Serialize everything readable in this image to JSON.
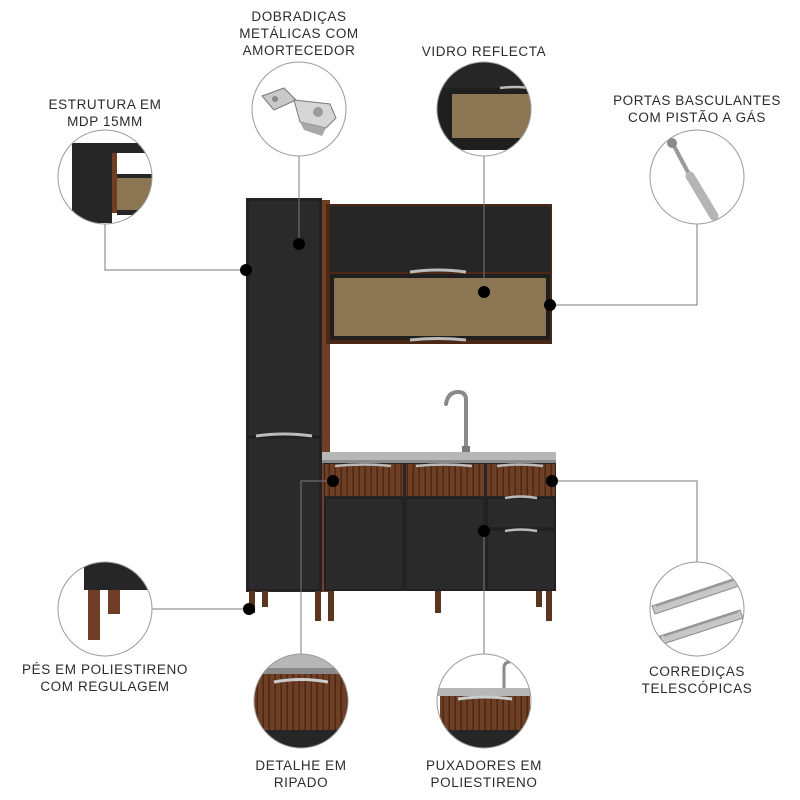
{
  "colors": {
    "cabinet_black": "#262626",
    "wood_brown": "#6e3f24",
    "glass_bronze": "#8b7552",
    "counter_steel": "#b7b7b7",
    "leader_line": "#7a7a7a",
    "dot": "#000000"
  },
  "features": [
    {
      "id": "estrutura",
      "icon": "mdp-board-detail",
      "lines": [
        "ESTRUTURA EM",
        "MDP 15MM"
      ]
    },
    {
      "id": "dobradicas",
      "icon": "hinge-icon",
      "lines": [
        "DOBRADIÇAS",
        "METÁLICAS COM",
        "AMORTECEDOR"
      ]
    },
    {
      "id": "vidro",
      "icon": "glass-door-detail",
      "lines": [
        "VIDRO REFLECTA"
      ]
    },
    {
      "id": "portas",
      "icon": "gas-piston-icon",
      "lines": [
        "PORTAS BASCULANTES",
        "COM PISTÃO A GÁS"
      ]
    },
    {
      "id": "pes",
      "icon": "leveling-foot-detail",
      "lines": [
        "PÉS EM POLIESTIRENO",
        "COM REGULAGEM"
      ]
    },
    {
      "id": "ripado",
      "icon": "slatted-drawer-detail",
      "lines": [
        "DETALHE EM",
        "RIPADO"
      ]
    },
    {
      "id": "puxadores",
      "icon": "handle-detail",
      "lines": [
        "PUXADORES EM",
        "POLIESTIRENO"
      ]
    },
    {
      "id": "corredicas",
      "icon": "telescopic-slide-icon",
      "lines": [
        "CORREDIÇAS",
        "TELESCÓPICAS"
      ]
    }
  ]
}
